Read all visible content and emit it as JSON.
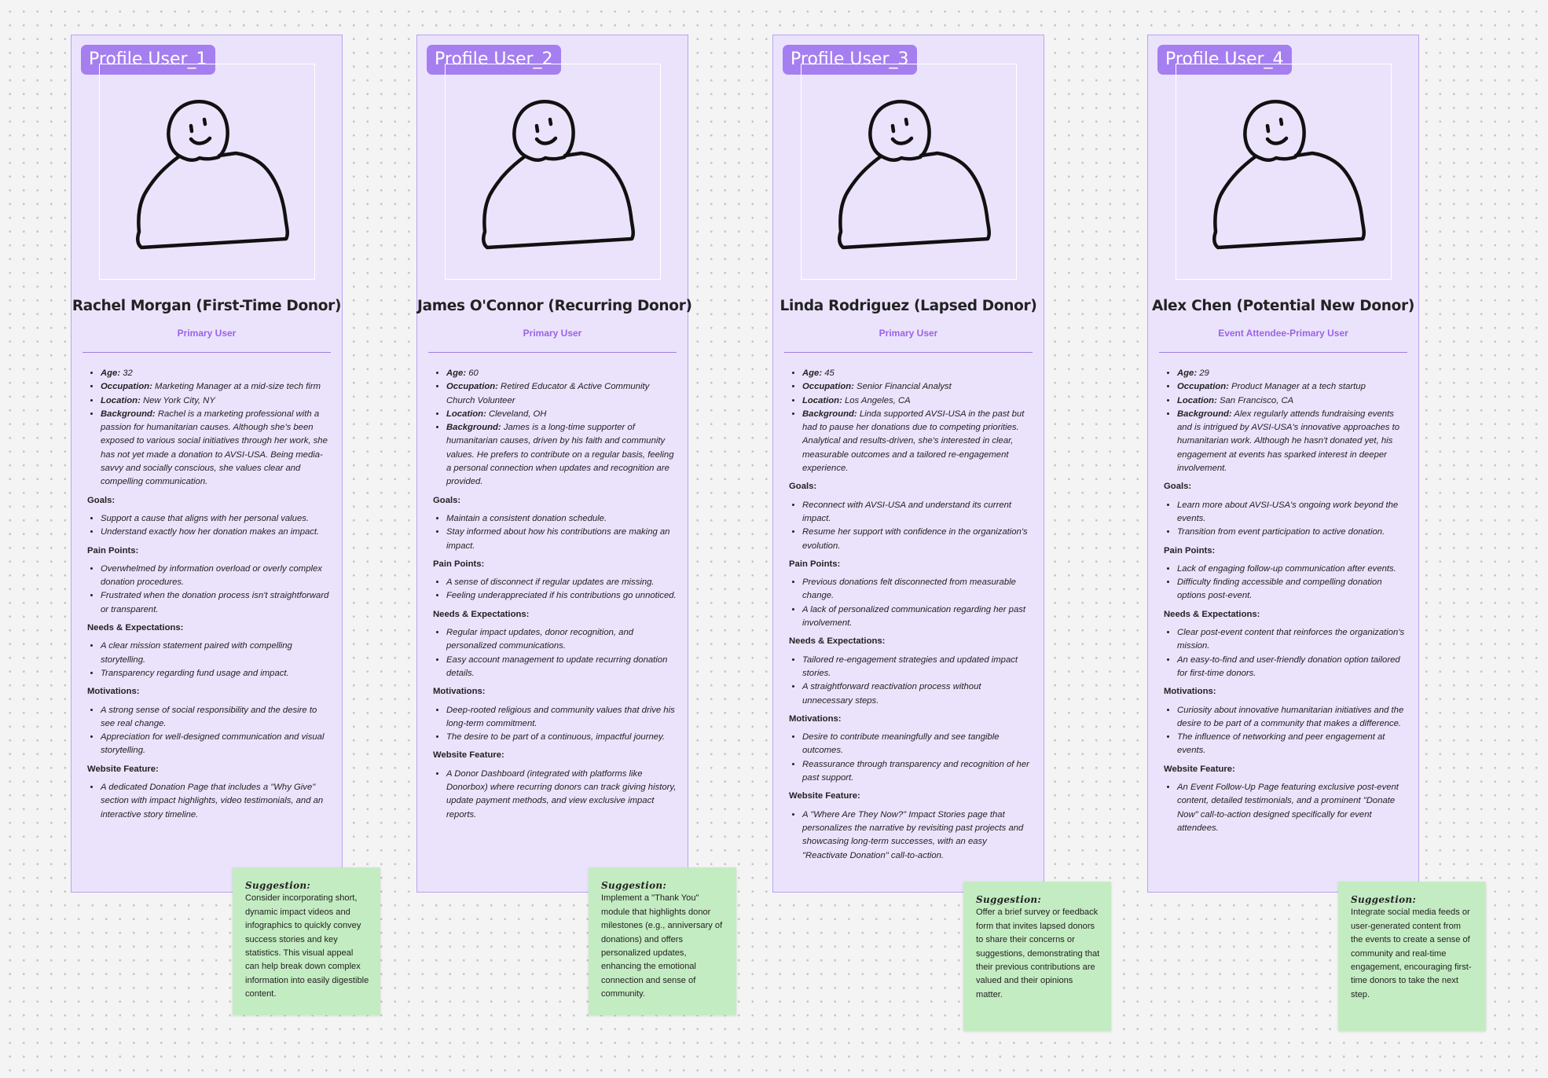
{
  "colors": {
    "card_bg": "#ebe3fc",
    "tag_bg": "#a57ff0",
    "role_text": "#9a63e6",
    "note_bg": "#c4ecc2"
  },
  "profiles": [
    {
      "tag": "Profile User_1",
      "name": "Rachel Morgan (First-Time Donor)",
      "role": "Primary User",
      "age": "32",
      "occupation": "Marketing Manager at a mid-size tech firm",
      "location": "New York City, NY",
      "background": "Rachel is a marketing professional with a passion for humanitarian causes. Although she's been exposed to various social initiatives through her work, she has not yet made a donation to AVSI-USA. Being media-savvy and socially conscious, she values clear and compelling communication.",
      "goals": [
        "Support a cause that aligns with her personal values.",
        "Understand exactly how her donation makes an impact."
      ],
      "pain_points": [
        "Overwhelmed by information overload or overly complex donation procedures.",
        "Frustrated when the donation process isn't straightforward or transparent."
      ],
      "needs": [
        "A clear mission statement paired with compelling storytelling.",
        "Transparency regarding fund usage and impact."
      ],
      "motivations": [
        "A strong sense of social responsibility and the desire to see real change.",
        "Appreciation for well-designed communication and visual storytelling."
      ],
      "website_feature": [
        "A dedicated Donation Page that includes a \"Why Give\" section with impact highlights, video testimonials, and an interactive story timeline."
      ],
      "suggestion": "Consider incorporating short, dynamic impact videos and infographics to quickly convey success stories and key statistics. This visual appeal can help break down complex information into easily digestible content."
    },
    {
      "tag": "Profile User_2",
      "name": "James O'Connor (Recurring Donor)",
      "role": "Primary User",
      "age": "60",
      "occupation": "Retired Educator & Active Community Church Volunteer",
      "location": "Cleveland, OH",
      "background": "James is a long-time supporter of humanitarian causes, driven by his faith and community values. He prefers to contribute on a regular basis, feeling a personal connection when updates and recognition are provided.",
      "goals": [
        "Maintain a consistent donation schedule.",
        "Stay informed about how his contributions are making an impact."
      ],
      "pain_points": [
        "A sense of disconnect if regular updates are missing.",
        "Feeling underappreciated if his contributions go unnoticed."
      ],
      "needs": [
        "Regular impact updates, donor recognition, and personalized communications.",
        "Easy account management to update recurring donation details."
      ],
      "motivations": [
        "Deep-rooted religious and community values that drive his long-term commitment.",
        "The desire to be part of a continuous, impactful journey."
      ],
      "website_feature": [
        "A Donor Dashboard (integrated with platforms like Donorbox) where recurring donors can track giving history, update payment methods, and view exclusive impact reports."
      ],
      "suggestion": "Implement a \"Thank You\" module that highlights donor milestones (e.g., anniversary of donations) and offers personalized updates, enhancing the emotional connection and sense of community."
    },
    {
      "tag": "Profile User_3",
      "name": "Linda Rodriguez (Lapsed Donor)",
      "role": "Primary User",
      "age": "45",
      "occupation": "Senior Financial Analyst",
      "location": "Los Angeles, CA",
      "background": "Linda supported AVSI-USA in the past but had to pause her donations due to competing priorities. Analytical and results-driven, she's interested in clear, measurable outcomes and a tailored re-engagement experience.",
      "goals": [
        "Reconnect with AVSI-USA and understand its current impact.",
        "Resume her support with confidence in the organization's evolution."
      ],
      "pain_points": [
        "Previous donations felt disconnected from measurable change.",
        "A lack of personalized communication regarding her past involvement."
      ],
      "needs": [
        "Tailored re-engagement strategies and updated impact stories.",
        "A straightforward reactivation process without unnecessary steps."
      ],
      "motivations": [
        "Desire to contribute meaningfully and see tangible outcomes.",
        "Reassurance through transparency and recognition of her past support."
      ],
      "website_feature": [
        "A \"Where Are They Now?\" Impact Stories page that personalizes the narrative by revisiting past projects and showcasing long-term successes, with an easy \"Reactivate Donation\" call-to-action."
      ],
      "suggestion": "Offer a brief survey or feedback form that invites lapsed donors to share their concerns or suggestions, demonstrating that their previous contributions are valued and their opinions matter."
    },
    {
      "tag": "Profile User_4",
      "name": "Alex Chen (Potential New Donor)",
      "role": "Event Attendee-Primary User",
      "age": "29",
      "occupation": "Product Manager at a tech startup",
      "location": "San Francisco, CA",
      "background": "Alex regularly attends fundraising events and is intrigued by AVSI-USA's innovative approaches to humanitarian work. Although he hasn't donated yet, his engagement at events has sparked interest in deeper involvement.",
      "goals": [
        "Learn more about AVSI-USA's ongoing work beyond the events.",
        "Transition from event participation to active donation."
      ],
      "pain_points": [
        "Lack of engaging follow-up communication after events.",
        "Difficulty finding accessible and compelling donation options post-event."
      ],
      "needs": [
        "Clear post-event content that reinforces the organization's mission.",
        "An easy-to-find and user-friendly donation option tailored for first-time donors."
      ],
      "motivations": [
        "Curiosity about innovative humanitarian initiatives and the desire to be part of a community that makes a difference.",
        "The influence of networking and peer engagement at events."
      ],
      "website_feature": [
        "An Event Follow-Up Page featuring exclusive post-event content, detailed testimonials, and a prominent \"Donate Now\" call-to-action designed specifically for event attendees."
      ],
      "suggestion": "Integrate social media feeds or user-generated content from the events to create a sense of community and real-time engagement, encouraging first-time donors to take the next step."
    }
  ],
  "labels": {
    "age": "Age:",
    "occupation": "Occupation:",
    "location": "Location:",
    "background": "Background:",
    "goals": "Goals:",
    "pain_points": "Pain Points:",
    "needs": "Needs & Expectations:",
    "motivations": "Motivations:",
    "website_feature": "Website Feature:",
    "suggestion": "Suggestion:"
  }
}
